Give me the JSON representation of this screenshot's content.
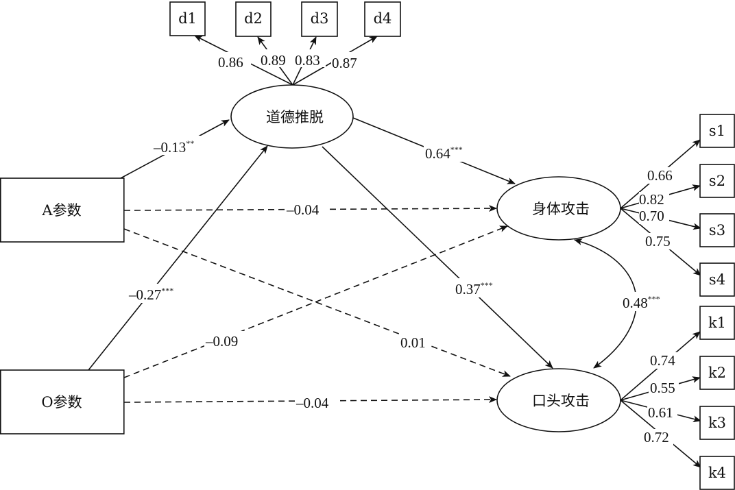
{
  "diagram": {
    "type": "structural-equation-model",
    "observed_predictors": [
      {
        "id": "A",
        "label": "A参数"
      },
      {
        "id": "O",
        "label": "O参数"
      }
    ],
    "latent": [
      {
        "id": "MD",
        "label": "道德推脱"
      },
      {
        "id": "PA",
        "label": "身体攻击"
      },
      {
        "id": "VA",
        "label": "口头攻击"
      }
    ],
    "indicators": {
      "MD": [
        {
          "id": "d1",
          "label": "d1",
          "loading": "0.86"
        },
        {
          "id": "d2",
          "label": "d2",
          "loading": "0.89"
        },
        {
          "id": "d3",
          "label": "d3",
          "loading": "0.83"
        },
        {
          "id": "d4",
          "label": "d4",
          "loading": "0.87"
        }
      ],
      "PA": [
        {
          "id": "s1",
          "label": "s1",
          "loading": "0.66"
        },
        {
          "id": "s2",
          "label": "s2",
          "loading": "0.82"
        },
        {
          "id": "s3",
          "label": "s3",
          "loading": "0.70"
        },
        {
          "id": "s4",
          "label": "s4",
          "loading": "0.75"
        }
      ],
      "VA": [
        {
          "id": "k1",
          "label": "k1",
          "loading": "0.74"
        },
        {
          "id": "k2",
          "label": "k2",
          "loading": "0.55"
        },
        {
          "id": "k3",
          "label": "k3",
          "loading": "0.61"
        },
        {
          "id": "k4",
          "label": "k4",
          "loading": "0.72"
        }
      ]
    },
    "paths": [
      {
        "from": "A",
        "to": "MD",
        "coef": "–0.13",
        "sig": "**",
        "significant": true
      },
      {
        "from": "O",
        "to": "MD",
        "coef": "–0.27",
        "sig": "***",
        "significant": true
      },
      {
        "from": "MD",
        "to": "PA",
        "coef": "0.64",
        "sig": "***",
        "significant": true
      },
      {
        "from": "MD",
        "to": "VA",
        "coef": "0.37",
        "sig": "***",
        "significant": true
      },
      {
        "from": "A",
        "to": "PA",
        "coef": "–0.04",
        "sig": "",
        "significant": false
      },
      {
        "from": "A",
        "to": "VA",
        "coef": "0.01",
        "sig": "",
        "significant": false
      },
      {
        "from": "O",
        "to": "PA",
        "coef": "–0.09",
        "sig": "",
        "significant": false
      },
      {
        "from": "O",
        "to": "VA",
        "coef": "–0.04",
        "sig": "",
        "significant": false
      }
    ],
    "covariances": [
      {
        "between": [
          "PA",
          "VA"
        ],
        "coef": "0.48",
        "sig": "***"
      }
    ]
  }
}
